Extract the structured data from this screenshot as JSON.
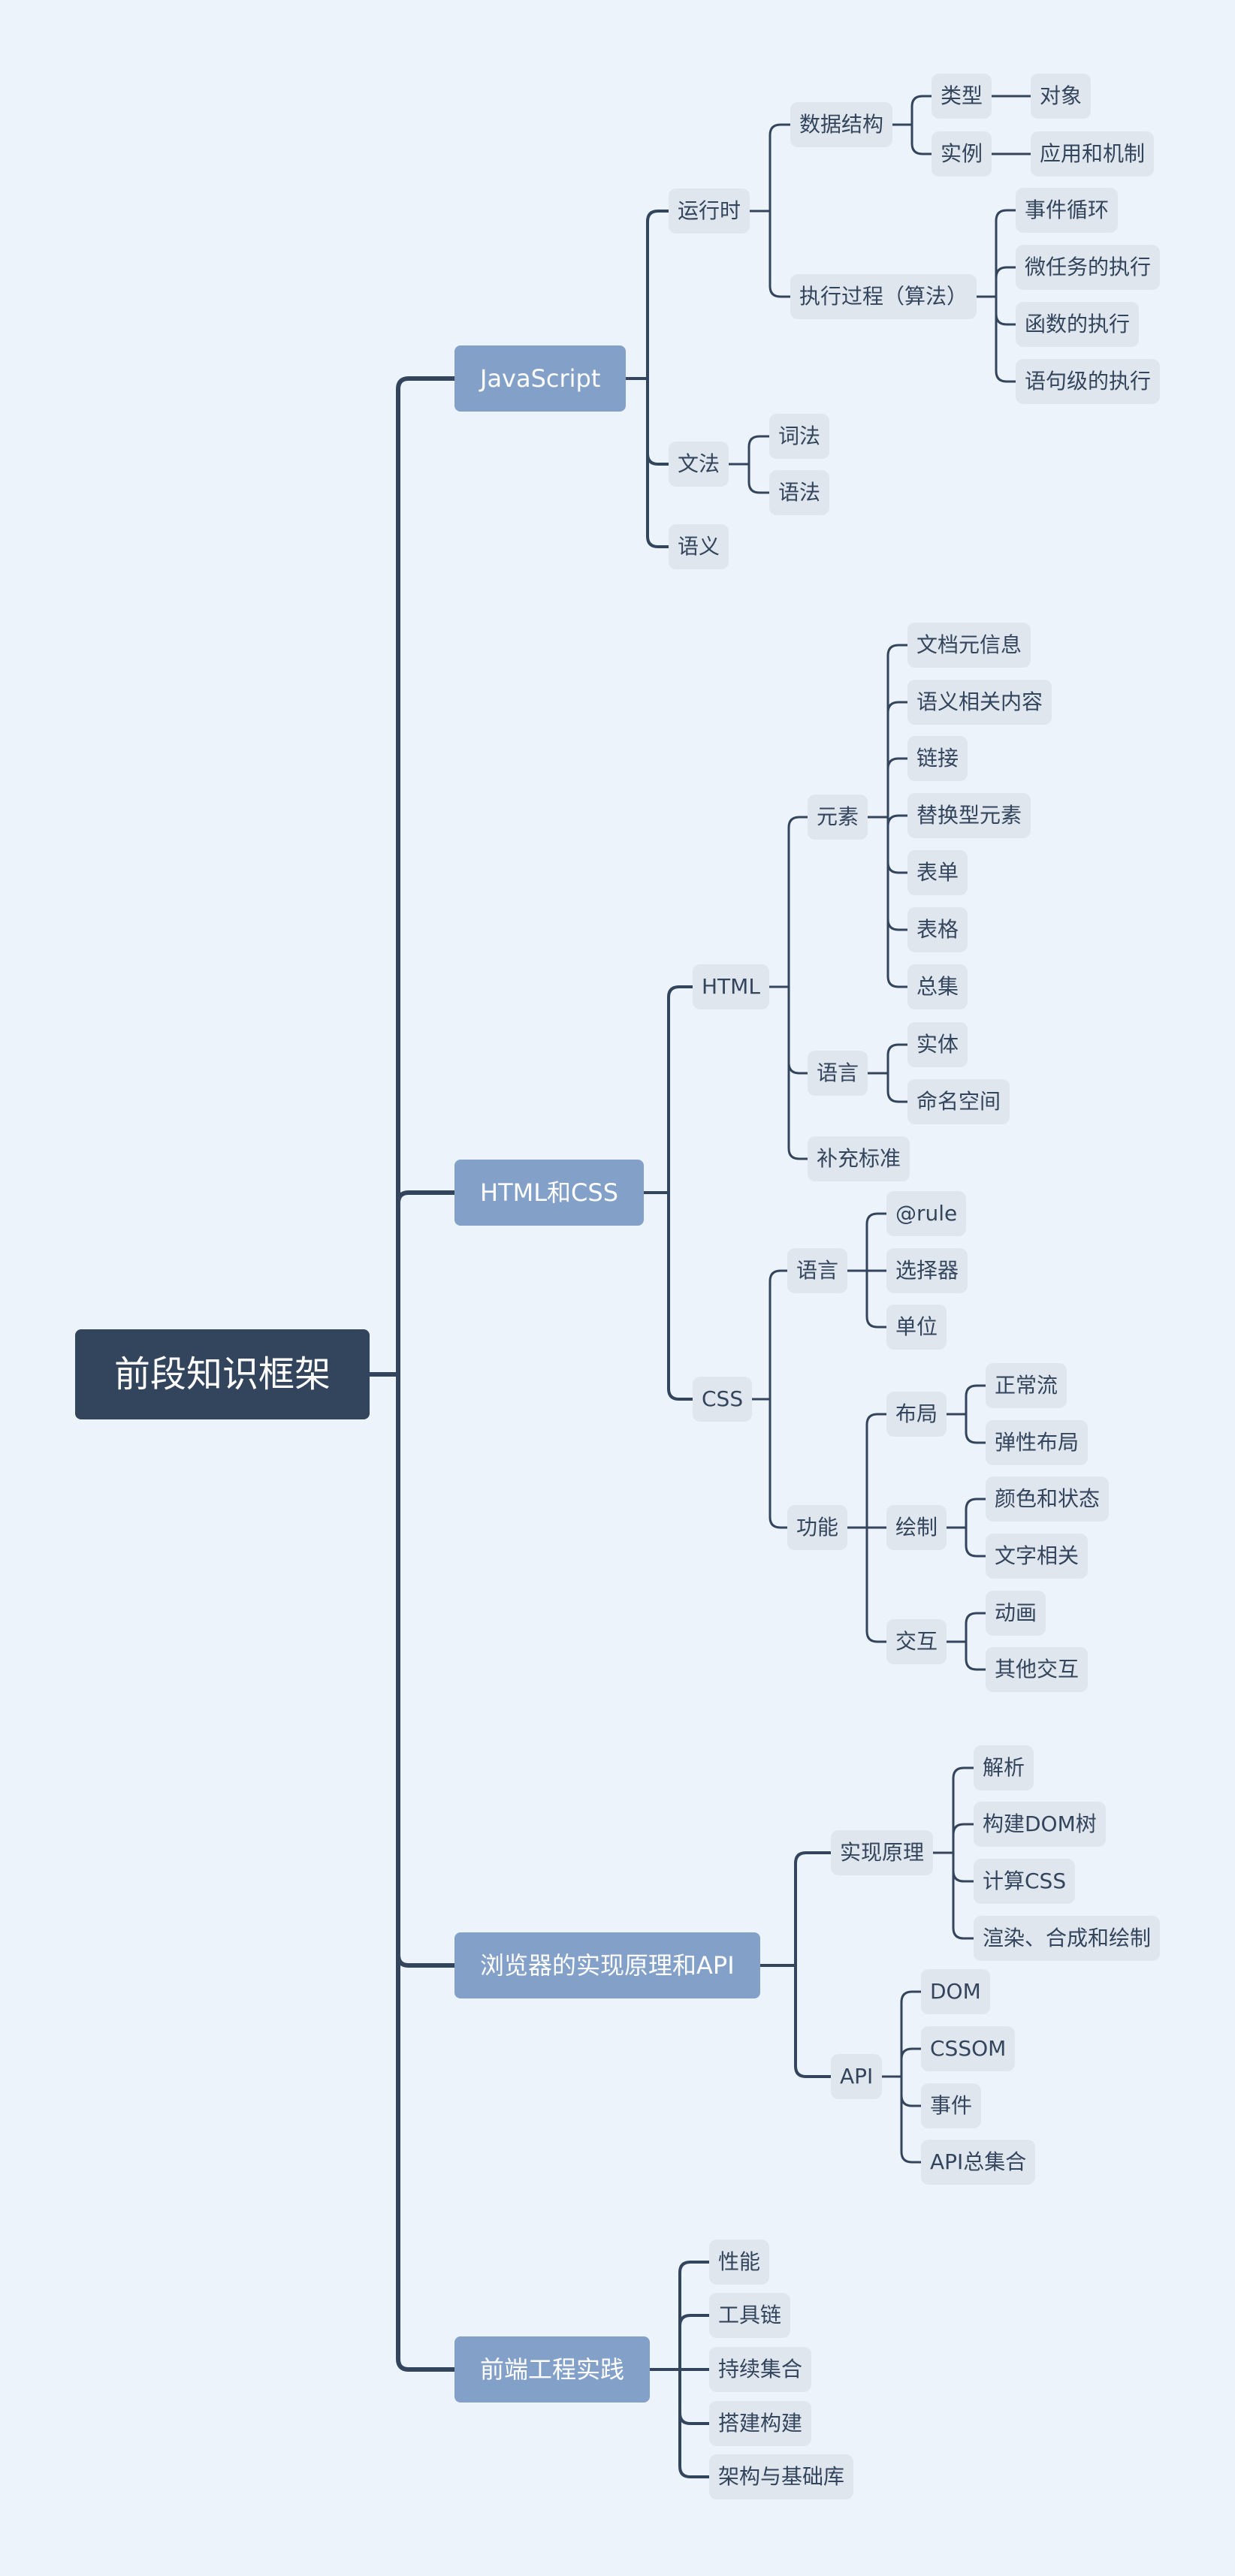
{
  "title": "前段知识框架",
  "colors": {
    "background": "#edf3fa",
    "root": "#33455c",
    "main_topic": "#83a0c9",
    "subtopic": "#e0e6ee",
    "connector": "#33455c",
    "text_dark": "#33455c"
  },
  "branches": [
    {
      "label": "JavaScript",
      "children": [
        {
          "label": "运行时",
          "children": [
            {
              "label": "数据结构",
              "children": [
                {
                  "label": "类型",
                  "children": [
                    {
                      "label": "对象"
                    }
                  ]
                },
                {
                  "label": "实例",
                  "children": [
                    {
                      "label": "应用和机制"
                    }
                  ]
                }
              ]
            },
            {
              "label": "执行过程（算法）",
              "children": [
                {
                  "label": "事件循环"
                },
                {
                  "label": "微任务的执行"
                },
                {
                  "label": "函数的执行"
                },
                {
                  "label": "语句级的执行"
                }
              ]
            }
          ]
        },
        {
          "label": "文法",
          "children": [
            {
              "label": "词法"
            },
            {
              "label": "语法"
            }
          ]
        },
        {
          "label": "语义"
        }
      ]
    },
    {
      "label": "HTML和CSS",
      "children": [
        {
          "label": "HTML",
          "children": [
            {
              "label": "元素",
              "children": [
                {
                  "label": "文档元信息"
                },
                {
                  "label": "语义相关内容"
                },
                {
                  "label": "链接"
                },
                {
                  "label": "替换型元素"
                },
                {
                  "label": "表单"
                },
                {
                  "label": "表格"
                },
                {
                  "label": "总集"
                }
              ]
            },
            {
              "label": "语言",
              "children": [
                {
                  "label": "实体"
                },
                {
                  "label": "命名空间"
                }
              ]
            },
            {
              "label": "补充标准"
            }
          ]
        },
        {
          "label": "CSS",
          "children": [
            {
              "label": "语言",
              "children": [
                {
                  "label": "@rule"
                },
                {
                  "label": "选择器"
                },
                {
                  "label": "单位"
                }
              ]
            },
            {
              "label": "功能",
              "children": [
                {
                  "label": "布局",
                  "children": [
                    {
                      "label": "正常流"
                    },
                    {
                      "label": "弹性布局"
                    }
                  ]
                },
                {
                  "label": "绘制",
                  "children": [
                    {
                      "label": "颜色和状态"
                    },
                    {
                      "label": "文字相关"
                    }
                  ]
                },
                {
                  "label": "交互",
                  "children": [
                    {
                      "label": "动画"
                    },
                    {
                      "label": "其他交互"
                    }
                  ]
                }
              ]
            }
          ]
        }
      ]
    },
    {
      "label": "浏览器的实现原理和API",
      "children": [
        {
          "label": "实现原理",
          "children": [
            {
              "label": "解析"
            },
            {
              "label": "构建DOM树"
            },
            {
              "label": "计算CSS"
            },
            {
              "label": "渲染、合成和绘制"
            }
          ]
        },
        {
          "label": "API",
          "children": [
            {
              "label": "DOM"
            },
            {
              "label": "CSSOM"
            },
            {
              "label": "事件"
            },
            {
              "label": "API总集合"
            }
          ]
        }
      ]
    },
    {
      "label": "前端工程实践",
      "children": [
        {
          "label": "性能"
        },
        {
          "label": "工具链"
        },
        {
          "label": "持续集合"
        },
        {
          "label": "搭建构建"
        },
        {
          "label": "架构与基础库"
        }
      ]
    }
  ]
}
